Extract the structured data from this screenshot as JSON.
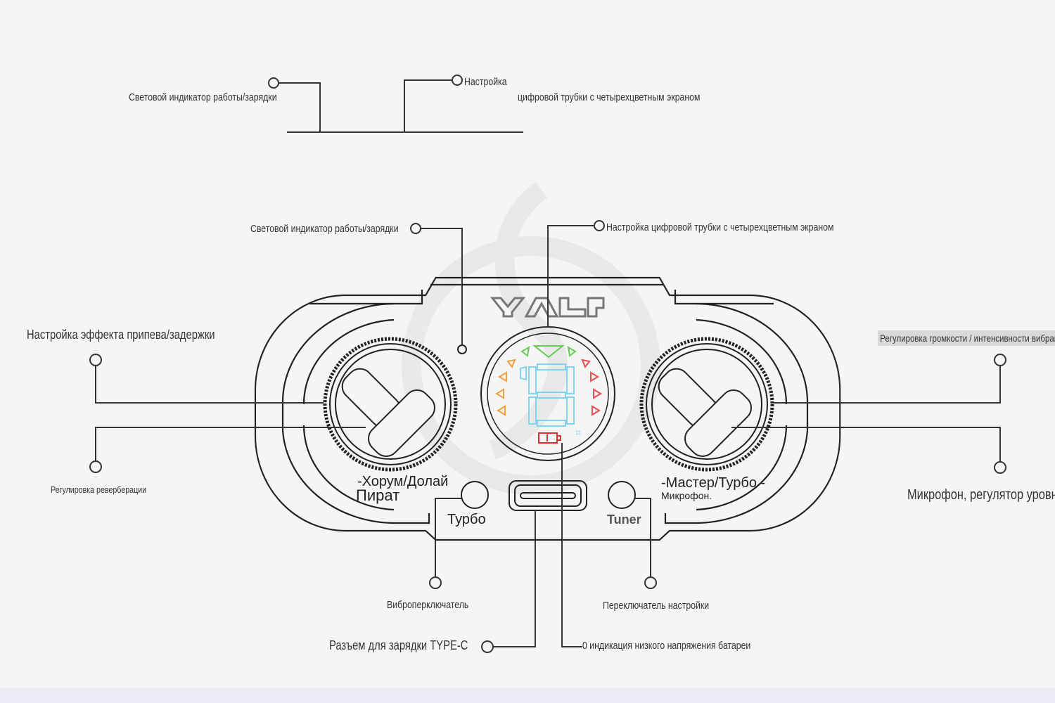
{
  "top_labels": {
    "led_indicator": "Световой индикатор работы/зарядки",
    "tuning_prefix": "Настройка",
    "tuning_rest": "цифровой трубки с четырехцветным экраном"
  },
  "device": {
    "logo": "YALP",
    "left_caption_line1": "-Хорум/Долай",
    "left_caption_line2": "Пират",
    "turbo_label": "Турбо",
    "tuner_label": "Tuner",
    "right_caption_line1": "-Мастер/Турбо -",
    "right_caption_line2": "Микрофон."
  },
  "callouts": {
    "led_indicator": "Световой индикатор работы/зарядки",
    "digital_tube": "Настройка цифровой трубки с четырехцветным экраном",
    "chorus_delay": "Настройка эффекта припева/задержки",
    "reverb": "Регулировка реверберации",
    "volume_vibration": "Регулировка громкости / интенсивности вибрации",
    "mic_level": "Микрофон, регулятор уровня",
    "vibro_switch": "Виброперключатель",
    "tuner_switch": "Переключатель настройки",
    "type_c": "Разъем для зарядки TYPE-C",
    "low_battery": "0 индикация низкого напряжения батареи"
  },
  "colors": {
    "line": "#333333",
    "display_green": "#66cc55",
    "display_orange": "#f0a040",
    "display_red": "#e84c4c",
    "display_cyan": "#7fd4ee",
    "battery_red": "#e03030"
  }
}
